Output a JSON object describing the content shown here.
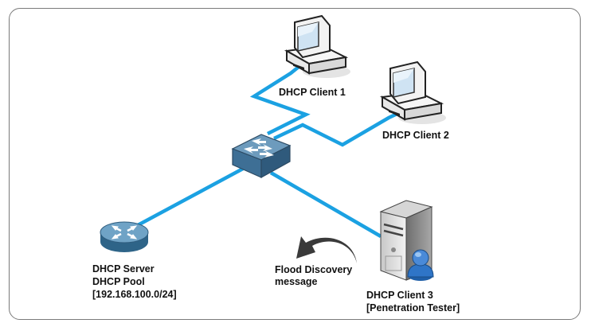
{
  "diagram": {
    "title": "DHCP starvation attack topology",
    "link_color": "#1ba1e2",
    "nodes": {
      "client1": {
        "label": "DHCP Client 1",
        "icon": "desktop-computer-icon"
      },
      "client2": {
        "label": "DHCP Client 2",
        "icon": "desktop-computer-icon"
      },
      "switch": {
        "label": "",
        "icon": "network-switch-icon"
      },
      "server": {
        "line1": "DHCP Server",
        "line2": "DHCP Pool",
        "line3": "[192.168.100.0/24]",
        "icon": "router-icon"
      },
      "client3": {
        "line1": "DHCP Client 3",
        "line2": "[Penetration Tester]",
        "icon": "server-tower-user-icon"
      }
    },
    "annotation": {
      "line1": "Flood Discovery",
      "line2": "message",
      "icon": "curved-arrow-left-icon"
    },
    "links": [
      {
        "from": "switch",
        "to": "client1"
      },
      {
        "from": "switch",
        "to": "client2"
      },
      {
        "from": "switch",
        "to": "server"
      },
      {
        "from": "switch",
        "to": "client3"
      }
    ]
  }
}
